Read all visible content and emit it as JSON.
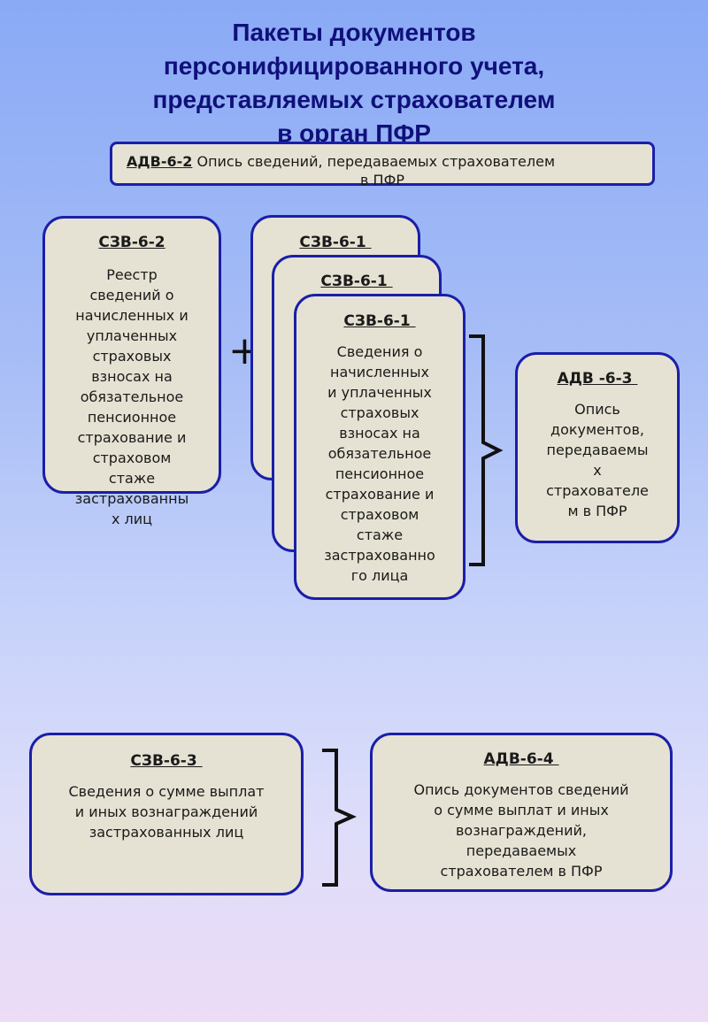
{
  "title": {
    "lines": [
      "Пакеты документов",
      "персонифицированного учета,",
      "представляемых страхователем",
      "в орган ПФР"
    ]
  },
  "adv62": {
    "code": "АДВ-6-",
    "code_suffix": "2",
    "text_line1": " Опись сведений, передаваемых страхователем",
    "text_line2": "в ПФР"
  },
  "szv62": {
    "code": "СЗВ-6-2",
    "lines": [
      "Реестр",
      "сведений о",
      "начисленных и",
      "уплаченных",
      "страховых",
      "взносах на",
      "обязательное",
      "пенсионное",
      "страхование и",
      "страховом",
      "стаже",
      "застрахованны",
      "х лиц"
    ]
  },
  "plus_sign": "+",
  "szv61_back": {
    "code": "СЗВ-6-1 "
  },
  "szv61_mid": {
    "code": "СЗВ-6-1 "
  },
  "szv61_front": {
    "code": "СЗВ-6-1 ",
    "lines": [
      "Сведения о",
      "начисленных",
      "и уплаченных",
      "страховых",
      "взносах на",
      "обязательное",
      "пенсионное",
      "страхование и",
      "страховом",
      "стаже",
      "застрахованно",
      "го лица"
    ]
  },
  "adv63": {
    "code": "АДВ -6-3 ",
    "lines": [
      "Опись",
      "документов,",
      "передаваемы",
      "х",
      "страхователе",
      "м в ПФР"
    ]
  },
  "szv63": {
    "code": "СЗВ-6-3 ",
    "lines": [
      "Сведения о сумме выплат",
      "и иных вознаграждений",
      "застрахованных лиц"
    ]
  },
  "adv64": {
    "code": "АДВ-6-4 ",
    "lines": [
      "Опись документов сведений",
      "о сумме выплат и иных",
      "вознаграждений,",
      "передаваемых",
      "страхователем в ПФР"
    ]
  },
  "colors": {
    "box_fill": "#e6e2d3",
    "box_border": "#1a1fa8",
    "title_color": "#10107a"
  }
}
